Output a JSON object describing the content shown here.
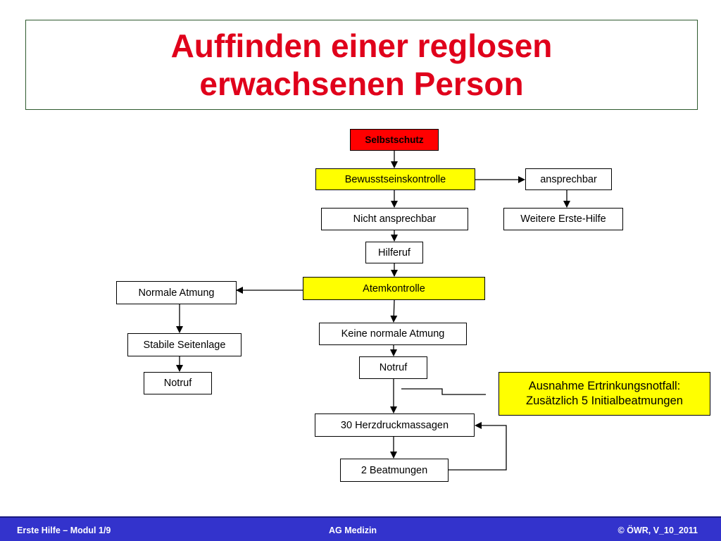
{
  "title": {
    "line1": "Auffinden einer reglosen",
    "line2": "erwachsenen Person"
  },
  "nodes": {
    "selbstschutz": "Selbstschutz",
    "bewusstseinskontrolle": "Bewusstseinskontrolle",
    "ansprechbar": "ansprechbar",
    "nicht_ansprechbar": "Nicht ansprechbar",
    "weitere_erste_hilfe": "Weitere Erste-Hilfe",
    "hilferuf": "Hilferuf",
    "atemkontrolle": "Atemkontrolle",
    "normale_atmung": "Normale Atmung",
    "stabile_seitenlage": "Stabile Seitenlage",
    "notruf_left": "Notruf",
    "keine_normale_atmung": "Keine normale Atmung",
    "notruf_center": "Notruf",
    "herzdruckmassagen": "30 Herzdruckmassagen",
    "beatmungen": "2 Beatmungen"
  },
  "note": {
    "line1": "Ausnahme Ertrinkungsnotfall:",
    "line2": "Zusätzlich 5 Initialbeatmungen"
  },
  "footer": {
    "left": "Erste Hilfe – Modul 1/9",
    "center": "AG Medizin",
    "right": "© ÖWR, V_10_2011"
  },
  "colors": {
    "title": "#e0001b",
    "start_box": "#ff0000",
    "highlight_box": "#ffff00",
    "footer_bar": "#3333cc"
  }
}
